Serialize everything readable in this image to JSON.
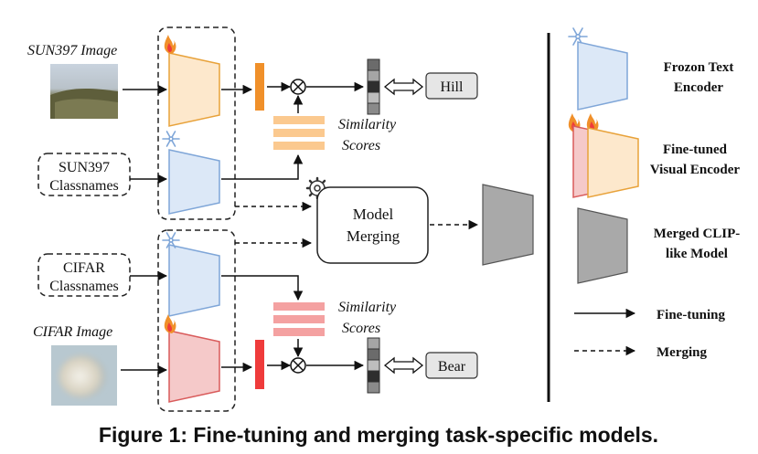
{
  "inputs": {
    "sun_image_label": "SUN397 Image",
    "sun_classnames_line1": "SUN397",
    "sun_classnames_line2": "Classnames",
    "cifar_classnames_line1": "CIFAR",
    "cifar_classnames_line2": "Classnames",
    "cifar_image_label": "CIFAR Image"
  },
  "center": {
    "similarity_top_line1": "Similarity",
    "similarity_top_line2": "Scores",
    "similarity_bottom_line1": "Similarity",
    "similarity_bottom_line2": "Scores",
    "model_merging_line1": "Model",
    "model_merging_line2": "Merging",
    "output_top": "Hill",
    "output_bottom": "Bear"
  },
  "legend": {
    "frozen_line1": "Frozon Text",
    "frozen_line2": "Encoder",
    "finetuned_line1": "Fine-tuned",
    "finetuned_line2": "Visual Encoder",
    "merged_line1": "Merged CLIP-",
    "merged_line2": "like Model",
    "arrow_finetuning": "Fine-tuning",
    "arrow_merging": "Merging"
  },
  "caption": "Figure 1: Fine-tuning and merging task-specific models.",
  "colors": {
    "orange_fill": "#fde8cc",
    "orange_stroke": "#e8a23a",
    "blue_fill": "#dce8f7",
    "blue_stroke": "#7fa6d8",
    "red_fill": "#f5c9c9",
    "red_stroke": "#d95b5b",
    "gray_fill": "#a9a9a9",
    "orange_bar": "#f0902a",
    "red_bar": "#ef3b3b"
  }
}
